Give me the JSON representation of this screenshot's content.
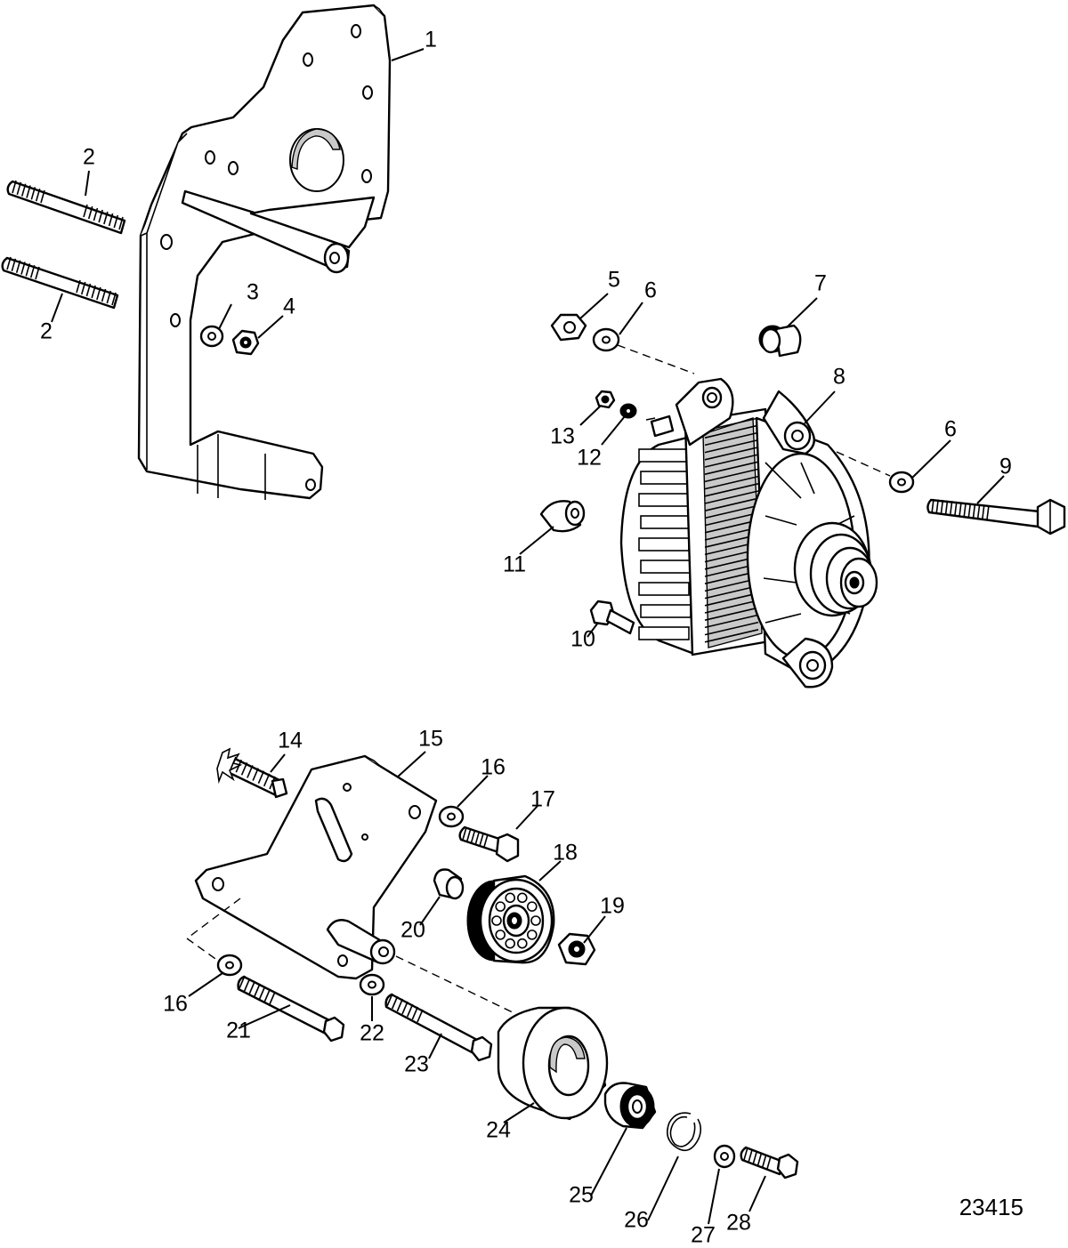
{
  "figure_number": "23415",
  "callouts": {
    "c1": "1",
    "c2a": "2",
    "c2b": "2",
    "c3": "3",
    "c4": "4",
    "c5": "5",
    "c6a": "6",
    "c6b": "6",
    "c7": "7",
    "c8": "8",
    "c9": "9",
    "c10": "10",
    "c11": "11",
    "c12": "12",
    "c13": "13",
    "c14": "14",
    "c15": "15",
    "c16a": "16",
    "c16b": "16",
    "c17": "17",
    "c18": "18",
    "c19": "19",
    "c20": "20",
    "c21": "21",
    "c22": "22",
    "c23": "23",
    "c24": "24",
    "c25": "25",
    "c26": "26",
    "c27": "27",
    "c28": "28"
  }
}
